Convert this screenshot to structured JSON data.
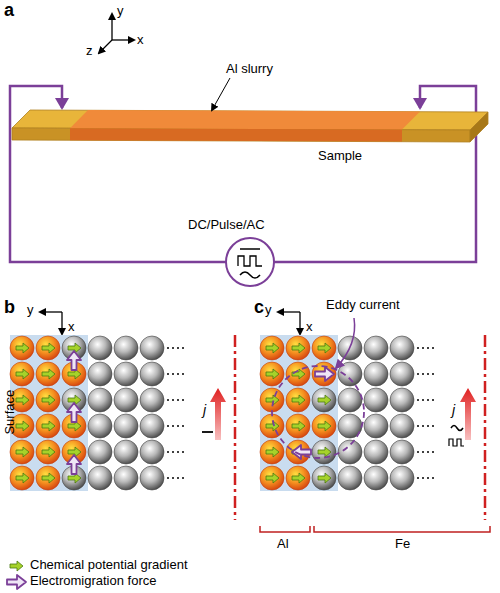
{
  "diagram": {
    "labels": [
      "a",
      "y",
      "z",
      "x",
      "Al slurry",
      "Sample",
      "DC/Pulse/AC",
      "b",
      "y",
      "x",
      "Surface",
      "j",
      "c",
      "y",
      "x",
      "Eddy current",
      "j",
      "Al",
      "Fe"
    ],
    "legend": [
      {
        "text": "Chemical potential gradient"
      },
      {
        "text": "Electromigration force"
      }
    ]
  }
}
